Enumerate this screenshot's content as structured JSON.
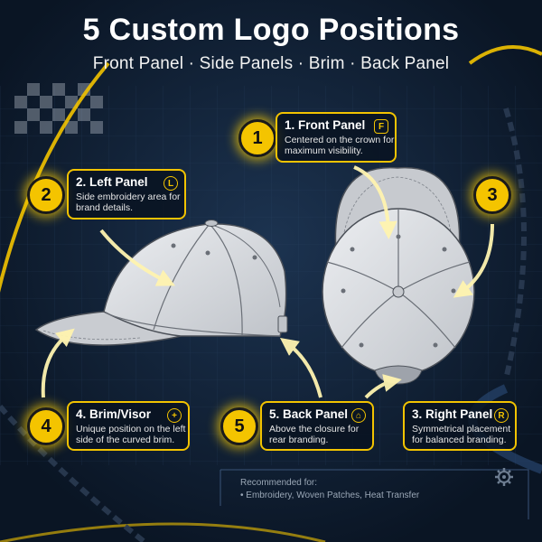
{
  "header": {
    "title": "5 Custom Logo Positions",
    "subtitle": "Front Panel · Side Panels · Brim · Back Panel"
  },
  "positions": [
    {
      "number": "1",
      "title": "1. Front Panel",
      "line1": "Centered on the crown for",
      "line2": "maximum visibility.",
      "icon_glyph": "F",
      "icon": "front-panel-icon"
    },
    {
      "number": "2",
      "title": "2. Left Panel",
      "line1": "Side embroidery area for",
      "line2": "brand details.",
      "icon_glyph": "L",
      "icon": "left-panel-icon"
    },
    {
      "number": "3",
      "title": "3. Right Panel",
      "line1": "Symmetrical placement",
      "line2": "for balanced branding.",
      "icon_glyph": "R",
      "icon": "right-panel-icon"
    },
    {
      "number": "4",
      "title": "4. Brim/Visor",
      "line1": "Unique position on the left",
      "line2": "side of the curved brim.",
      "icon_glyph": "+",
      "icon": "brim-icon"
    },
    {
      "number": "5",
      "title": "5. Back Panel",
      "line1": "Above the closure for",
      "line2": "rear branding.",
      "icon_glyph": "⌂",
      "icon": "back-panel-icon"
    }
  ],
  "footer": {
    "recommended_label": "Recommended for:",
    "recommended_items": "• Embroidery, Woven Patches, Heat Transfer",
    "icon": "gear-icon"
  },
  "colors": {
    "background": "#0c1a2c",
    "accent_yellow": "#f2c300",
    "cap_gray": "#d9dbdf",
    "text": "#ffffff"
  }
}
